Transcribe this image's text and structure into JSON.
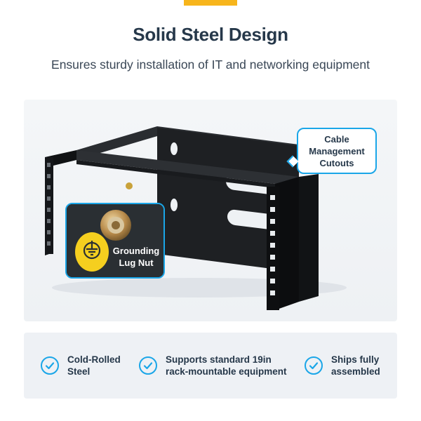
{
  "header": {
    "title": "Solid Steel Design",
    "subtitle": "Ensures sturdy installation of IT and networking equipment"
  },
  "callouts": {
    "cable": [
      "Cable",
      "Management",
      "Cutouts"
    ],
    "lug": [
      "Grounding",
      "Lug Nut"
    ]
  },
  "features": [
    {
      "lines": [
        "Cold-Rolled",
        "Steel"
      ],
      "icon": "check-circle-icon"
    },
    {
      "lines": [
        "Supports standard 19in",
        "rack-mountable equipment"
      ],
      "icon": "check-circle-icon"
    },
    {
      "lines": [
        "Ships fully",
        "assembled"
      ],
      "icon": "check-circle-icon"
    }
  ],
  "colors": {
    "accent_yellow": "#f7b51c",
    "accent_blue": "#1aa6e8",
    "text_dark": "#26384a"
  }
}
